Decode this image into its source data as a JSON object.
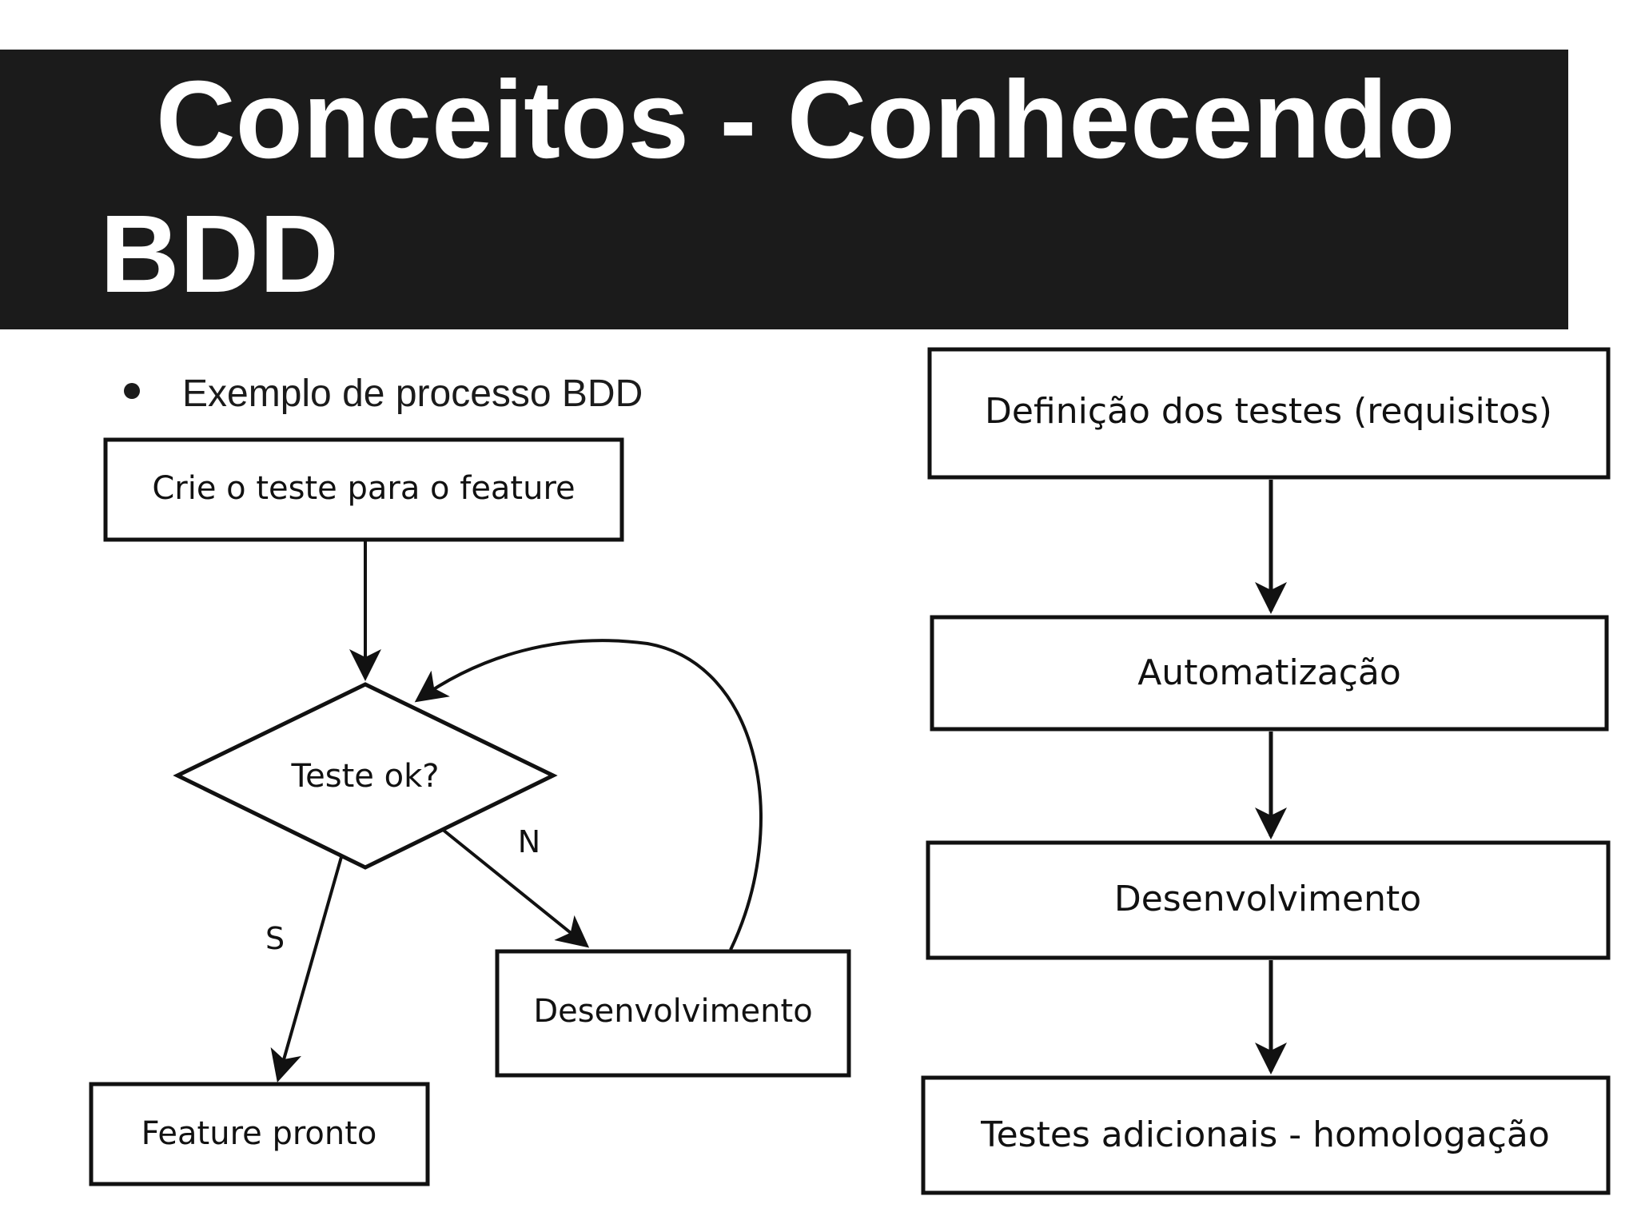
{
  "slide": {
    "title": "Conceitos - Conhecendo BDD",
    "bullet": "Exemplo de processo BDD"
  },
  "left_flow": {
    "create_test": "Crie o teste para o feature",
    "decision": "Teste ok?",
    "no_label": "N",
    "yes_label": "S",
    "development": "Desenvolvimento",
    "feature_ready": "Feature pronto"
  },
  "right_flow": {
    "steps": [
      "Definição dos testes (requisitos)",
      "Automatização",
      "Desenvolvimento",
      "Testes adicionais - homologação"
    ]
  },
  "colors": {
    "title_background": "#1b1b1b",
    "title_text": "#ffffff",
    "stroke": "#111111"
  }
}
